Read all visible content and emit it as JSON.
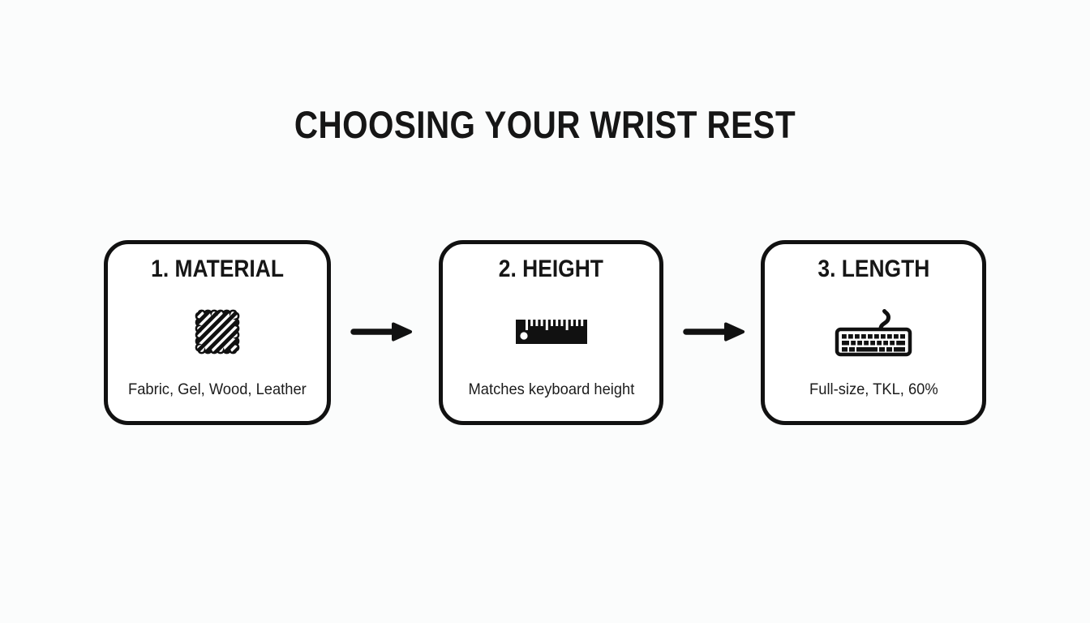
{
  "page": {
    "title": "CHOOSING YOUR WRIST REST"
  },
  "steps": [
    {
      "heading": "1. MATERIAL",
      "icon": "fabric-swatch-icon",
      "description": "Fabric, Gel, Wood, Leather"
    },
    {
      "heading": "2. HEIGHT",
      "icon": "ruler-icon",
      "description": "Matches keyboard height"
    },
    {
      "heading": "3. LENGTH",
      "icon": "keyboard-icon",
      "description": "Full-size, TKL, 60%"
    }
  ],
  "colors": {
    "background": "#fbfcfc",
    "box_background": "#ffffff",
    "line": "#111111",
    "text": "#161616"
  }
}
